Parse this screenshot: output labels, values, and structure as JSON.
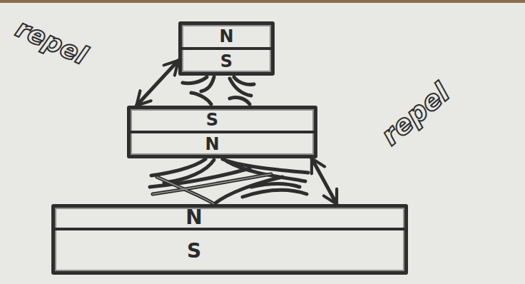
{
  "diagram": {
    "nodes": [
      {
        "text": [
          "N",
          "S"
        ]
      },
      {
        "text": [
          "S",
          "N"
        ]
      },
      {
        "text": [
          "N",
          "S"
        ]
      }
    ],
    "edges": [
      {
        "from": 0,
        "to": 1,
        "label": "repel",
        "arrow": "both"
      },
      {
        "from": 1,
        "to": 2,
        "label": "repel",
        "arrow": "both"
      }
    ]
  }
}
